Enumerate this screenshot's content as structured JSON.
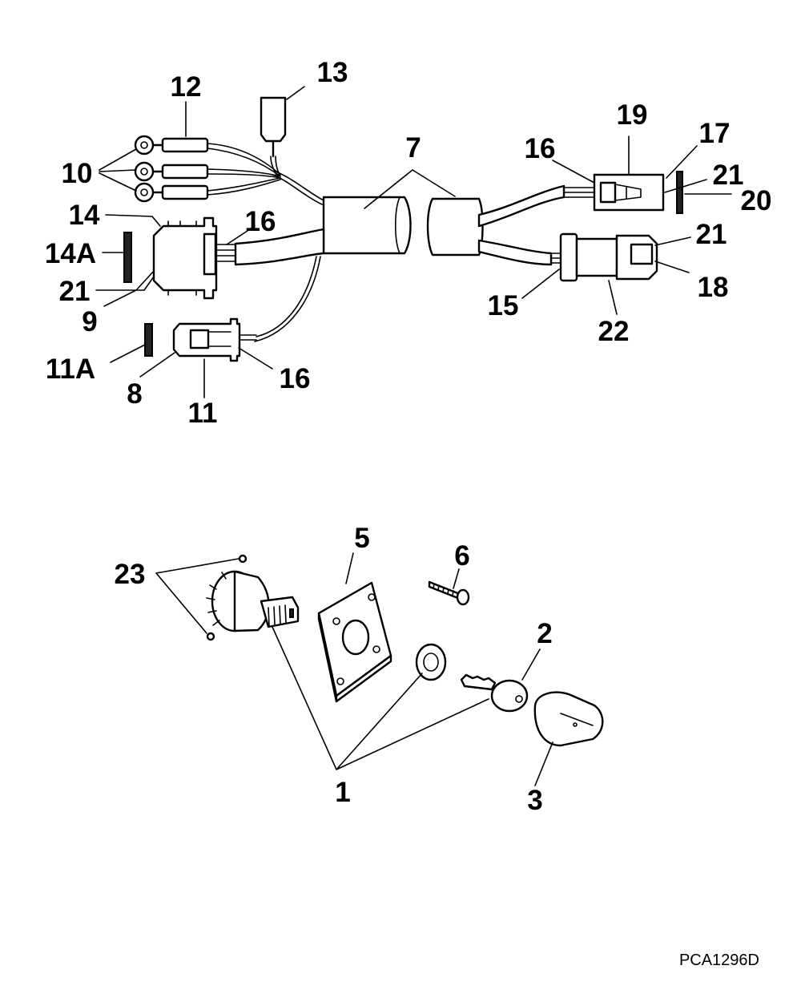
{
  "drawing_code": "PCA1296D",
  "callouts": {
    "c1": "1",
    "c2": "2",
    "c3": "3",
    "c5": "5",
    "c6": "6",
    "c7": "7",
    "c8": "8",
    "c9": "9",
    "c10": "10",
    "c11": "11",
    "c11a": "11A",
    "c12": "12",
    "c13": "13",
    "c14": "14",
    "c14a": "14A",
    "c15": "15",
    "c16a": "16",
    "c16b": "16",
    "c16c": "16",
    "c17": "17",
    "c18": "18",
    "c19": "19",
    "c20": "20",
    "c21a": "21",
    "c21b": "21",
    "c21c": "21",
    "c22": "22",
    "c23": "23"
  }
}
